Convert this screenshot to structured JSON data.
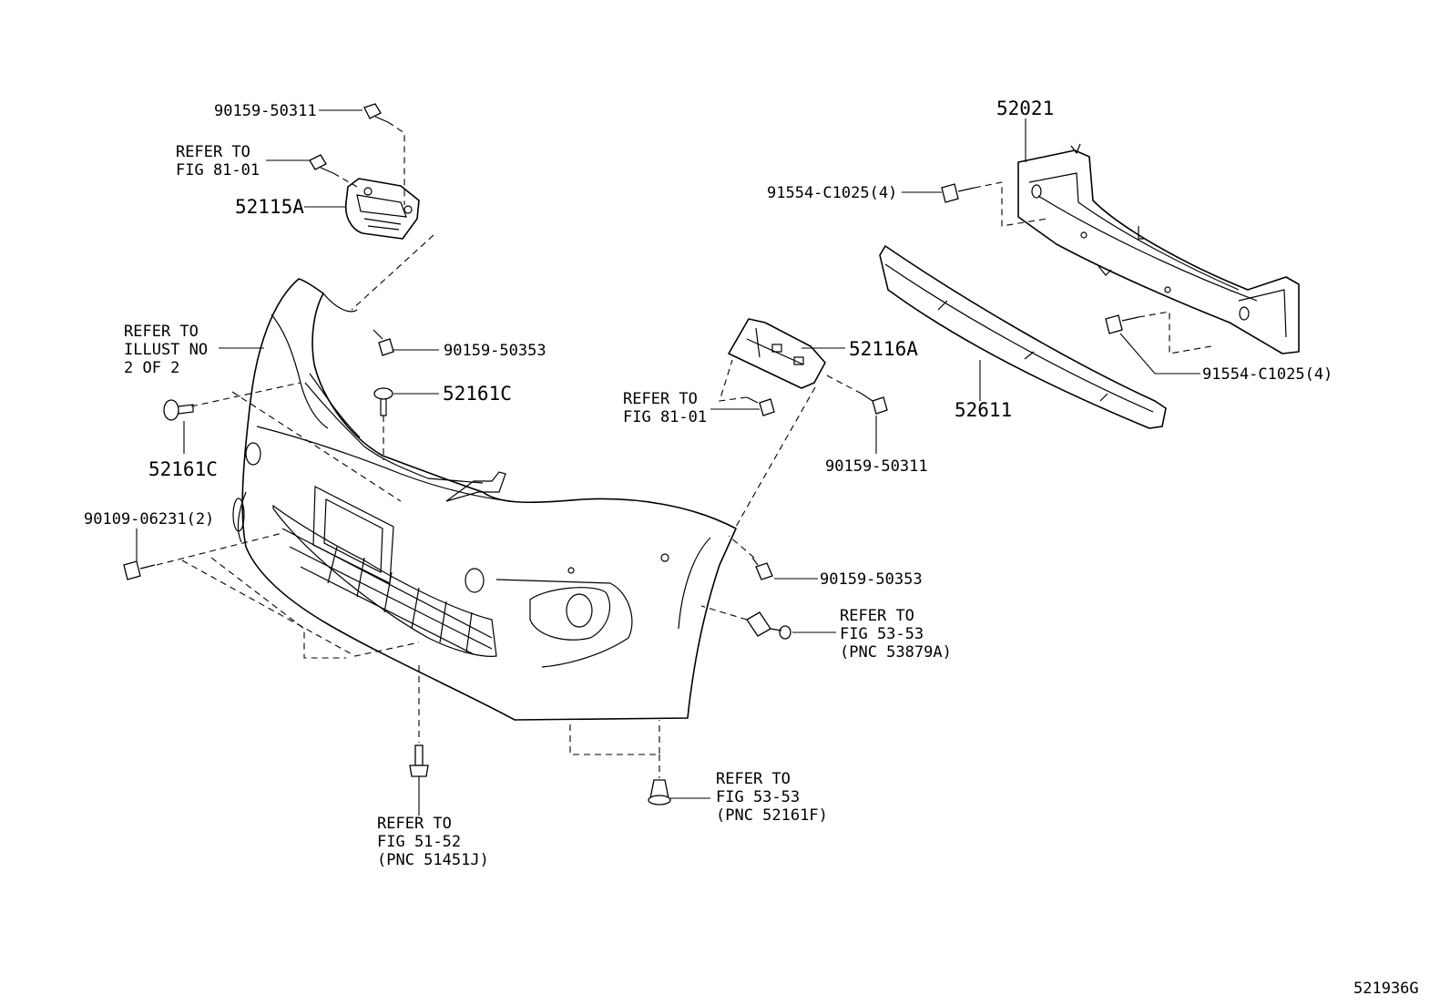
{
  "diagram": {
    "catalog_code": "521936G",
    "callouts": {
      "c_90159_50311_top": "90159-50311",
      "c_refer_81_01_top": [
        "REFER TO",
        "FIG 81-01"
      ],
      "c_52115A": "52115A",
      "c_refer_illust": [
        "REFER TO",
        "ILLUST NO",
        "2 OF 2"
      ],
      "c_90159_50353_upper": "90159-50353",
      "c_52161C_center": "52161C",
      "c_52161C_left": "52161C",
      "c_90109_06231": "90109-06231(2)",
      "c_refer_51_52": [
        "REFER TO",
        "FIG 51-52",
        "(PNC 51451J)"
      ],
      "c_refer_53_53_bottom": [
        "REFER TO",
        "FIG 53-53",
        "(PNC 52161F)"
      ],
      "c_90159_50353_lower": "90159-50353",
      "c_refer_53_53_right": [
        "REFER TO",
        "FIG 53-53",
        "(PNC 53879A)"
      ],
      "c_refer_81_01_mid": [
        "REFER TO",
        "FIG 81-01"
      ],
      "c_52116A": "52116A",
      "c_90159_50311_mid": "90159-50311",
      "c_52021": "52021",
      "c_91554_upper": "91554-C1025(4)",
      "c_91554_lower": "91554-C1025(4)",
      "c_52611": "52611"
    }
  }
}
